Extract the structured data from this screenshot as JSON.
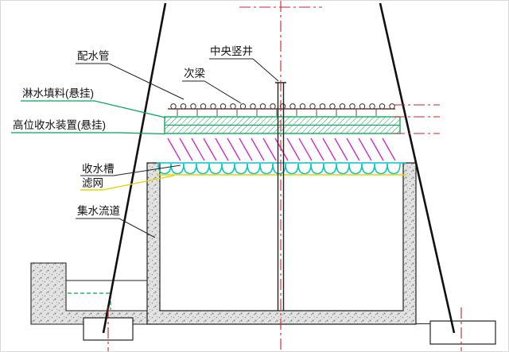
{
  "drawing": {
    "labels": {
      "distribution_pipe": "配水管",
      "central_shaft": "中央竖井",
      "secondary_beam": "次梁",
      "fill_material": "淋水填料(悬挂)",
      "high_level_collector": "高位收水装置(悬挂)",
      "collection_trough": "收水槽",
      "filter_screen": "滤网",
      "collection_channel": "集水流道"
    },
    "colors": {
      "centerline_red": "#cc2222",
      "shell_black": "#111111",
      "fill_green": "#00a651",
      "collector_magenta": "#cc22cc",
      "trough_cyan": "#00c5cd",
      "screen_yellow": "#e0d500",
      "beam_brown": "#7a3b2e",
      "concrete_base": "#e3e3e3",
      "concrete_speck": "#8a8a8a"
    }
  }
}
